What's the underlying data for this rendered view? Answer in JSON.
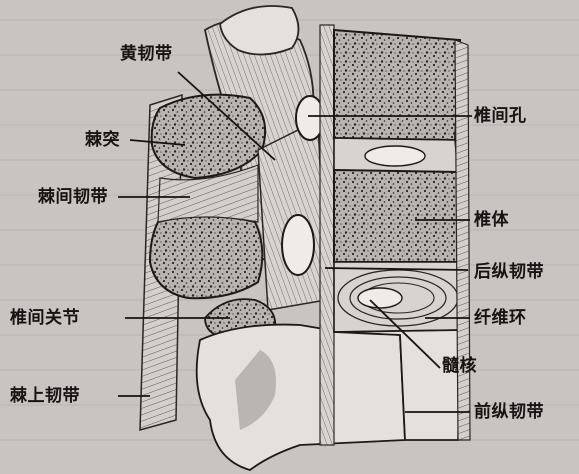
{
  "labels": {
    "ligamentum_flavum": "黄韧带",
    "spinous_process": "棘突",
    "interspinous_ligament": "棘间韧带",
    "zygapophyseal_joint": "椎间关节",
    "supraspinous_ligament": "棘上韧带",
    "intervertebral_foramen": "椎间孔",
    "vertebral_body": "椎体",
    "posterior_longitudinal_ligament": "后纵韧带",
    "annulus_fibrosus": "纤维环",
    "nucleus_pulposus": "髓核",
    "anterior_longitudinal_ligament": "前纵韧带"
  },
  "colors": {
    "background": "#c8c4c1",
    "ink": "#161312",
    "bone": "#e4e0dc",
    "cancellous": "#b9b4b0",
    "shadow": "#9e9894"
  }
}
